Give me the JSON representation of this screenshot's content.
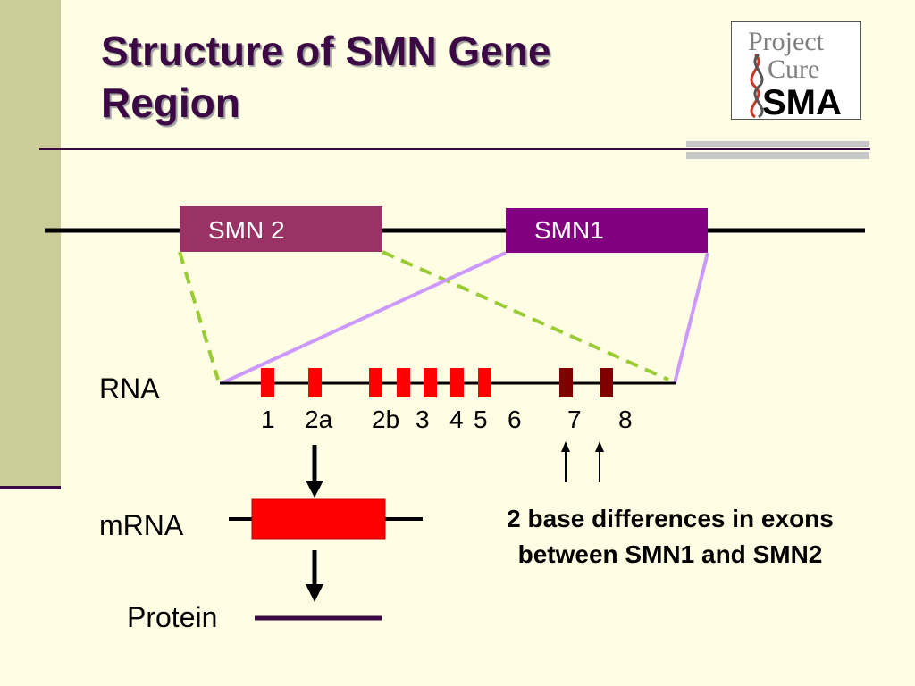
{
  "title": {
    "line1": "Structure of SMN Gene",
    "line2": "Region"
  },
  "logo": {
    "line1": "Project",
    "line2": "Cure",
    "line3": "SMA"
  },
  "genes": [
    {
      "label": "SMN 2",
      "color": "#993366"
    },
    {
      "label": "SMN1",
      "color": "#800080"
    }
  ],
  "rows": {
    "rna": "RNA",
    "mrna": "mRNA",
    "protein": "Protein"
  },
  "exons": [
    "1",
    "2a",
    "2b",
    "3",
    "4",
    "5",
    "6",
    "7",
    "8"
  ],
  "note": {
    "line1": "2 base differences in exons",
    "line2": "between SMN1 and SMN2"
  },
  "colors": {
    "background": "#FFFDE3",
    "title": "#3B0A45",
    "exon_red": "#FF0000",
    "exon_dark": "#800000",
    "smn2_link": "#99CC33",
    "smn1_link": "#CC99FF",
    "protein_line": "#3B0A45"
  }
}
